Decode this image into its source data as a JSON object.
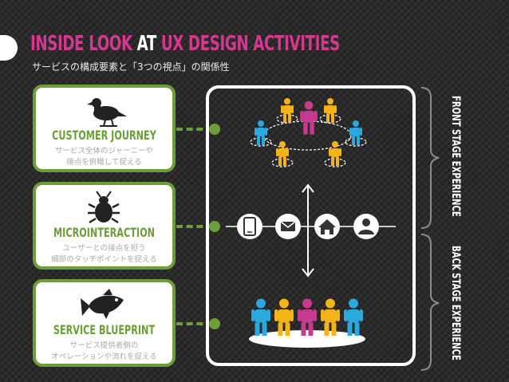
{
  "header": {
    "title_part1": "INSIDE LOOK",
    "title_part2": "AT",
    "title_part3": "UX DESIGN ACTIVITIES",
    "subtitle": "サービスの構成要素と「3つの視点」の関係性"
  },
  "cards": [
    {
      "title": "CUSTOMER JOURNEY",
      "desc_line1": "サービス全体のジャーニーや",
      "desc_line2": "接点を俯瞰して捉える",
      "icon": "bird-icon"
    },
    {
      "title": "MICROINTERACTION",
      "desc_line1": "ユーザーとの接点を担う",
      "desc_line2": "細部のタッチポイントを捉える",
      "icon": "bug-icon"
    },
    {
      "title": "SERVICE BLUEPRINT",
      "desc_line1": "サービス提供者側の",
      "desc_line2": "オペレーションや流れを捉える",
      "icon": "fish-icon"
    }
  ],
  "stages": {
    "front": "FRONT STAGE EXPERIENCE",
    "back": "BACK STAGE EXPERIENCE"
  },
  "touchpoint_icons": [
    "smartphone-icon",
    "mail-icon",
    "home-icon",
    "user-icon"
  ],
  "colors": {
    "accent_green": "#6e9e3a",
    "accent_pink": "#d6378f",
    "person_blue": "#2aa9df",
    "person_yellow": "#f4b418",
    "person_pink": "#c73a8e",
    "background": "#2b2b2b"
  }
}
